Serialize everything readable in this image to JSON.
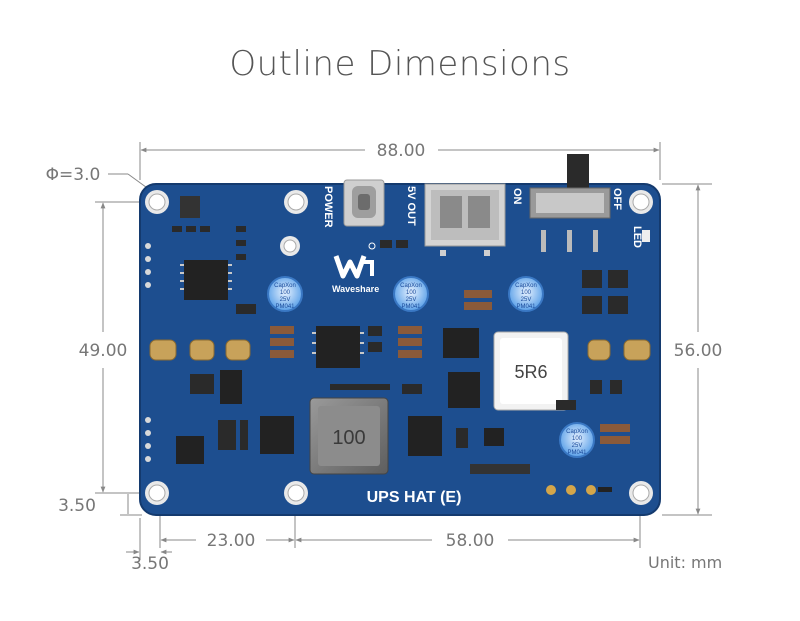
{
  "title": "Outline Dimensions",
  "dimensions": {
    "width": "88.00",
    "height": "56.00",
    "hole_spacing_vertical": "49.00",
    "hole_diameter": "Φ=3.0",
    "hole_offset_bottom": "3.50",
    "hole_offset_left": "3.50",
    "hole_spacing_horizontal_1": "23.00",
    "hole_spacing_horizontal_2": "58.00",
    "unit": "Unit: mm"
  },
  "board": {
    "name": "UPS HAT (E)",
    "brand": "Waveshare",
    "labels": {
      "power": "POWER",
      "usb_out": "5V OUT",
      "switch_on": "ON",
      "switch_off": "OFF",
      "led": "LED"
    },
    "inductor_large": "100",
    "inductor_small": "5R6",
    "capacitor_text": [
      "CapXon",
      "100",
      "25V",
      "PM041"
    ]
  },
  "colors": {
    "pcb": "#1d4e8f",
    "pcb_dark": "#153c70",
    "dimension_line": "#888888",
    "silkscreen": "#ffffff"
  }
}
